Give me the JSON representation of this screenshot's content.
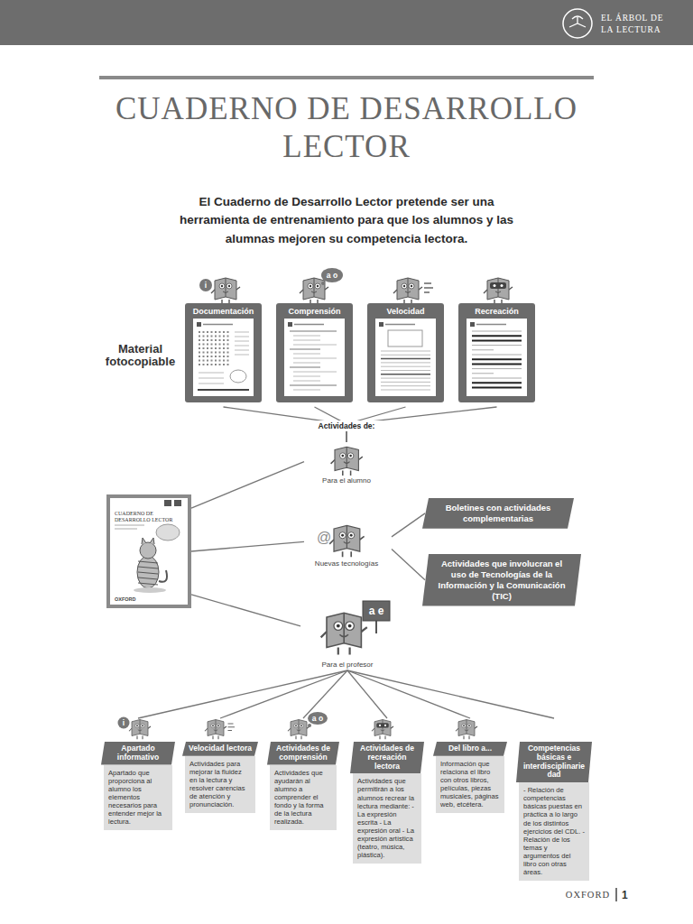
{
  "diagram": {
    "title": "CUADERNO DE DESARROLLO LECTOR",
    "nodes": [
      {
        "text": [
          "Documentación"
        ]
      },
      {
        "text": [
          "Comprensión"
        ]
      },
      {
        "text": [
          "Velocidad"
        ]
      },
      {
        "text": [
          "Recreación"
        ]
      },
      {
        "text": [
          "Para el alumno"
        ]
      },
      {
        "text": [
          "CUADERNO DE DESARROLLO LECTOR",
          "OXFORD"
        ]
      },
      {
        "text": [
          "Nuevas tecnologías"
        ]
      },
      {
        "text": [
          "Boletines con actividades complementarias"
        ]
      },
      {
        "text": [
          "Actividades que involucran el uso de Tecnologías de la Información y la Comunicación (TIC)"
        ]
      },
      {
        "text": [
          "Para el profesor"
        ]
      },
      {
        "text": [
          "Apartado informativo",
          "Apartado que proporciona al alumno los elementos necesarios para entender mejor la lectura."
        ]
      },
      {
        "text": [
          "Velocidad lectora",
          "Actividades para mejorar la fluidez en la lectura y resolver carencias de atención y pronunciación."
        ]
      },
      {
        "text": [
          "Actividades de comprensión",
          "Actividades que ayudarán al alumno a comprender el fondo y la forma de la lectura realizada."
        ]
      },
      {
        "text": [
          "Actividades de recreación lectora",
          "Actividades que permitirán a los alumnos recrear la lectura mediante: - La expresión escrita - La expresión oral - La expresión artística (teatro, música, plástica)."
        ]
      },
      {
        "text": [
          "Del libro a...",
          "Información que relaciona el libro con otros libros, películas, piezas musicales, páginas web, etcétera."
        ]
      },
      {
        "text": [
          "Competencias básicas e interdisciplinariedad",
          "- Relación de competencias básicas puestas en práctica a lo largo de los distintos ejercicios del CDL. - Relación de los temas y argumentos del libro con otras áreas."
        ]
      }
    ],
    "edges": [
      {
        "from": 0,
        "to": 4,
        "arrow": "none"
      },
      {
        "from": 1,
        "to": 4,
        "arrow": "none"
      },
      {
        "from": 2,
        "to": 4,
        "arrow": "none"
      },
      {
        "from": 3,
        "to": 4,
        "arrow": "none"
      },
      {
        "from": 5,
        "to": 4,
        "arrow": "none"
      },
      {
        "from": 5,
        "to": 6,
        "arrow": "none"
      },
      {
        "from": 5,
        "to": 9,
        "arrow": "none"
      },
      {
        "from": 6,
        "to": 7,
        "arrow": "none"
      },
      {
        "from": 6,
        "to": 8,
        "arrow": "none"
      },
      {
        "from": 9,
        "to": 10,
        "arrow": "none"
      },
      {
        "from": 9,
        "to": 11,
        "arrow": "none"
      },
      {
        "from": 9,
        "to": 12,
        "arrow": "none"
      },
      {
        "from": 9,
        "to": 13,
        "arrow": "none"
      },
      {
        "from": 9,
        "to": 14,
        "arrow": "none"
      },
      {
        "from": 9,
        "to": 15,
        "arrow": "none"
      }
    ],
    "labels": [
      "EL ÁRBOL DE LA LECTURA",
      "El Cuaderno de Desarrollo Lector pretende ser una herramienta de entrenamiento para que los alumnos y las alumnas mejoren su competencia lectora.",
      "Material fotocopiable",
      "Actividades de:",
      "i",
      "a o",
      "@",
      "a e",
      "i",
      "a o",
      "OXFORD",
      "1"
    ]
  }
}
